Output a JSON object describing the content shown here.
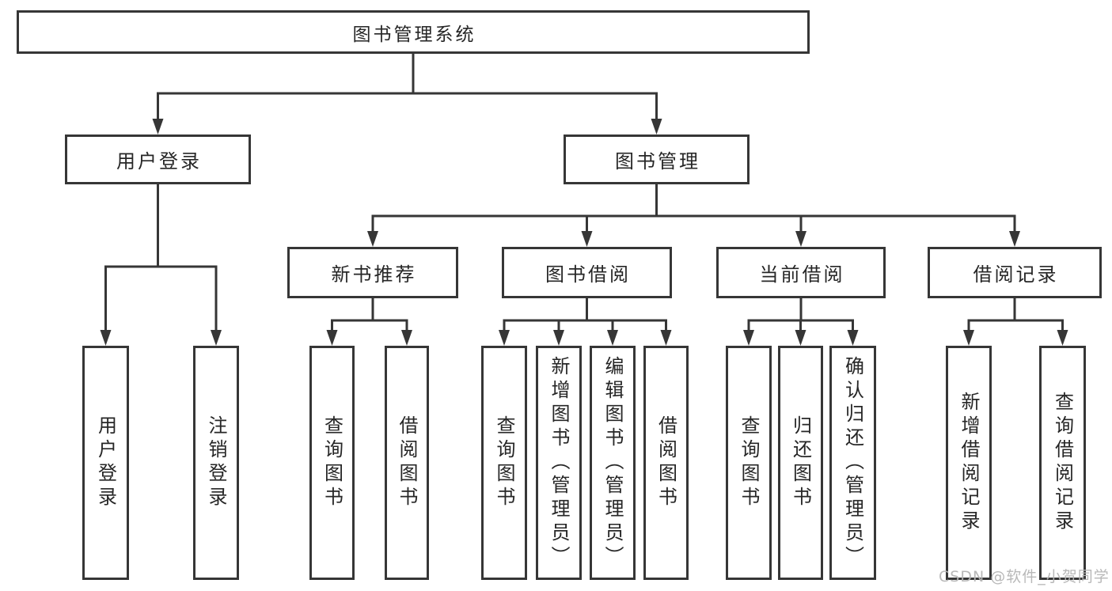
{
  "colors": {
    "line": "#363636",
    "text": "#262626",
    "watermark": "#b5b5b5",
    "background": "#ffffff"
  },
  "watermark": {
    "text": "CSDN @软件_小贺同学"
  },
  "diagram": {
    "type": "tree",
    "root": {
      "label": "图书管理系统"
    },
    "branches": [
      {
        "label": "用户登录",
        "children": [
          {
            "label": "用户登录"
          },
          {
            "label": "注销登录"
          }
        ]
      },
      {
        "label": "图书管理",
        "children": [
          {
            "label": "新书推荐",
            "children": [
              {
                "label": "查询图书"
              },
              {
                "label": "借阅图书"
              }
            ]
          },
          {
            "label": "图书借阅",
            "children": [
              {
                "label": "查询图书"
              },
              {
                "label": "新增图书（管理员）"
              },
              {
                "label": "编辑图书（管理员）"
              },
              {
                "label": "借阅图书"
              }
            ]
          },
          {
            "label": "当前借阅",
            "children": [
              {
                "label": "查询图书"
              },
              {
                "label": "归还图书"
              },
              {
                "label": "确认归还（管理员）"
              }
            ]
          },
          {
            "label": "借阅记录",
            "children": [
              {
                "label": "新增借阅记录"
              },
              {
                "label": "查询借阅记录"
              }
            ]
          }
        ]
      }
    ]
  }
}
